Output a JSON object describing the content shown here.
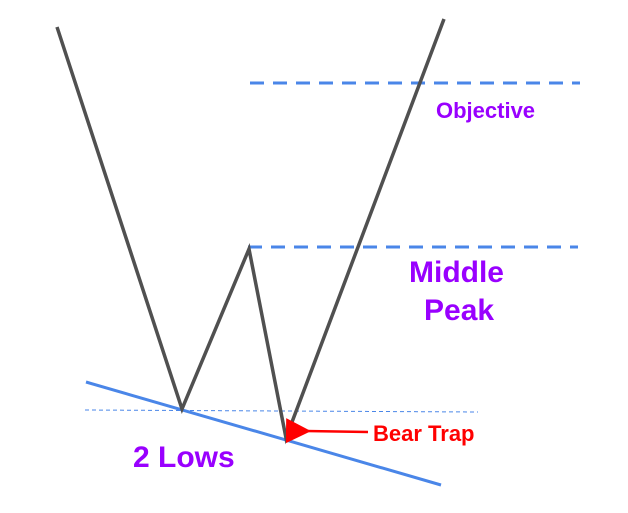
{
  "labels": {
    "objective": "Objective",
    "middle_peak_line1": "Middle",
    "middle_peak_line2": "Peak",
    "two_lows": "2 Lows",
    "bear_trap": "Bear Trap"
  },
  "colors": {
    "price_line": "#505050",
    "level_lines": "#4a86e8",
    "label_purple": "#9900ff",
    "bear_trap": "#ff0000"
  }
}
